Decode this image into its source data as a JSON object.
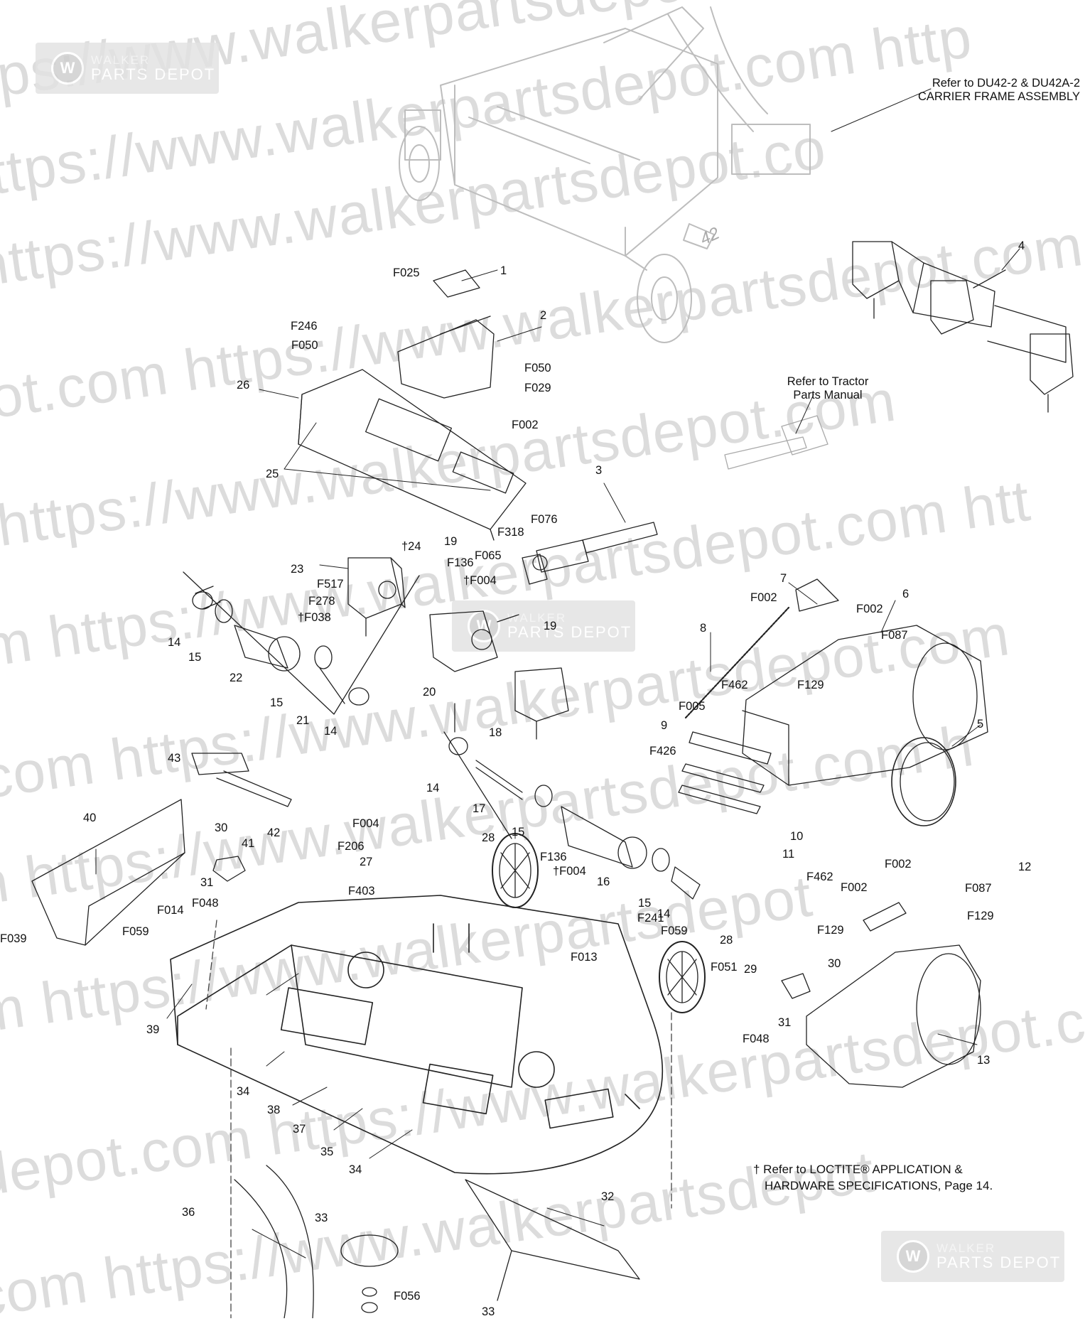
{
  "watermark": {
    "lines": [
      "ps://www.walkerpartsdepot.com  https://",
      "ttps://www.walkerpartsdepot.com  http",
      "https://www.walkerpartsdepot.co",
      "ot.com  https://www.walkerpartsdepot.com",
      "https://www.walkerpartsdepot.com",
      "m  https://www.walkerpartsdepot.com  htt",
      "com  https://www.walkerpartsdepot.com",
      "n  https://www.walkerpartsdepot.com  h",
      "m  https://www.walkerpartsdepot",
      "depot.com  https://www.walkerpartsdepot.com",
      "com  https://www.walkerpartsdepot"
    ],
    "logo_line1": "WALKER",
    "logo_line2": "PARTS DEPOT"
  },
  "notes": {
    "carrier_frame": [
      "Refer to DU42-2 & DU42A-2",
      "CARRIER FRAME ASSEMBLY"
    ],
    "tractor": [
      "Refer to Tractor",
      "Parts Manual"
    ],
    "loctite_line1": "† Refer to LOCTITE® APPLICATION &",
    "loctite_line2": "HARDWARE SPECIFICATIONS, Page 14.",
    "frame_badge": "42"
  },
  "callouts": [
    "F025",
    "1",
    "2",
    "F246",
    "F050",
    "26",
    "F050",
    "F029",
    "F002",
    "25",
    "4",
    "3",
    "F076",
    "F318",
    "F065",
    "19",
    "F136",
    "†F004",
    "†24",
    "23",
    "F517",
    "F278",
    "†F038",
    "14",
    "15",
    "22",
    "15",
    "21",
    "14",
    "20",
    "19",
    "18",
    "7",
    "F002",
    "F002",
    "6",
    "F087",
    "8",
    "F129",
    "F462",
    "F005",
    "9",
    "F426",
    "5",
    "10",
    "11",
    "F462",
    "43",
    "14",
    "17",
    "15",
    "28",
    "16",
    "F136",
    "†F004",
    "15",
    "14",
    "40",
    "30",
    "41",
    "42",
    "F206",
    "F004",
    "27",
    "31",
    "F048",
    "F403",
    "F014",
    "F059",
    "F039",
    "39",
    "F013",
    "F241",
    "F059",
    "28",
    "F051",
    "29",
    "30",
    "31",
    "F048",
    "12",
    "F002",
    "F002",
    "F087",
    "F129",
    "F129",
    "13",
    "34",
    "38",
    "37",
    "35",
    "34",
    "36",
    "33",
    "32",
    "F056",
    "33"
  ]
}
